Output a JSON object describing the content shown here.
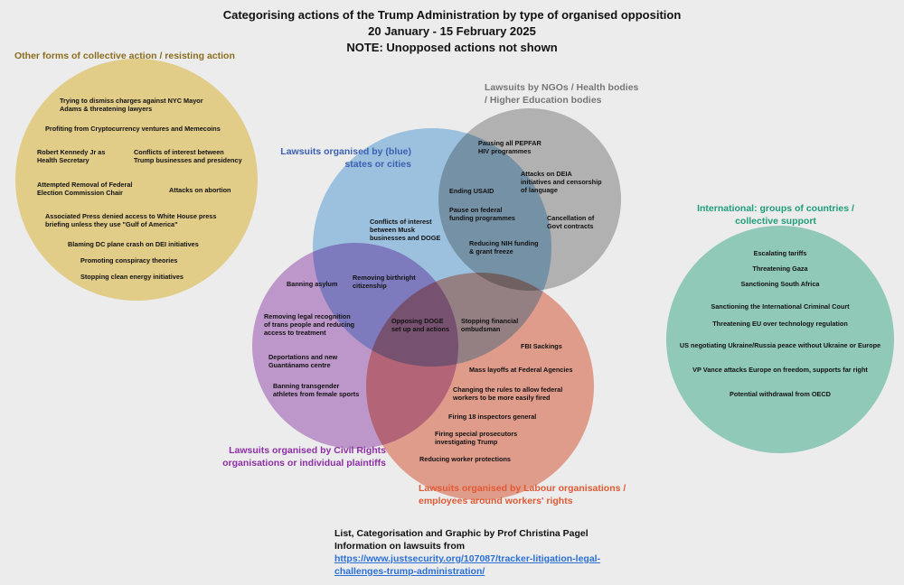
{
  "title": {
    "line1": "Categorising actions of the Trump Administration by type of organised opposition",
    "line2": "20 January - 15 February 2025",
    "line3": "NOTE: Unopposed actions not shown"
  },
  "colors": {
    "background": "#ececec",
    "collective": "#f3dd93",
    "ngo": "#bfbfbf",
    "states": "#a9d1f0",
    "civil_rights": "#cca3db",
    "labour": "#f2a996",
    "international": "#9ddac8",
    "collective_label": "#8a6d1e",
    "ngo_label": "#777777",
    "states_label": "#3b5fb3",
    "civil_rights_label": "#8e2ea6",
    "labour_label": "#e05a34",
    "international_label": "#1e9e78",
    "link": "#2a6fd6"
  },
  "groups": {
    "collective": {
      "label": "Other forms of collective action / resisting action",
      "items": [
        "Trying to dismiss charges against NYC Mayor\nAdams & threatening lawyers",
        "Profiting from Cryptocurrency ventures and Memecoins",
        "Robert Kennedy Jr as\nHealth Secretary",
        "Conflicts of interest between\nTrump businesses and presidency",
        "Attempted Removal of Federal\nElection Commission Chair",
        "Attacks on abortion",
        "Associated Press denied access to White House press\nbriefing unless they use \"Gulf of America\"",
        "Blaming DC plane crash on DEI initiatives",
        "Promoting conspiracy theories",
        "Stopping clean energy initiatives"
      ]
    },
    "ngo": {
      "label": "Lawsuits by NGOs / Health bodies\n/ Higher Education bodies",
      "items": [
        "Pausing all PEPFAR\nHIV programmes",
        "Attacks on DEIA\ninitiatives and censorship\nof language",
        "Cancellation of\nGovt contracts"
      ]
    },
    "states": {
      "label": "Lawsuits organised by (blue)\nstates or cities",
      "items": [
        "Conflicts of interest\nbetween Musk\nbusinesses and DOGE"
      ]
    },
    "states_ngo": {
      "items": [
        "Ending USAID",
        "Pause on federal\nfunding programmes",
        "Reducing NIH funding\n& grant freeze"
      ]
    },
    "states_civil": {
      "items": [
        "Removing birthright\ncitizenship"
      ]
    },
    "states_labour": {
      "items": [
        "Stopping financial\nombudsman"
      ]
    },
    "triple": {
      "items": [
        "Opposing DOGE\nset up and actions"
      ]
    },
    "civil_rights": {
      "label": "Lawsuits organised by Civil Rights\norganisations or individual plaintiffs",
      "items": [
        "Banning asylum",
        "Removing legal recognition\nof trans people and reducing\naccess to treatment",
        "Deportations and new\nGuantánamo centre",
        "Banning transgender\nathletes from female sports"
      ]
    },
    "labour": {
      "label": "Lawsuits organised by Labour organisations /\nemployees around workers' rights",
      "items": [
        "FBI Sackings",
        "Mass layoffs at Federal Agencies",
        "Changing the rules to allow federal\nworkers to be more easily fired",
        "Firing 18 inspectors general",
        "Firing special prosecutors\ninvestigating Trump",
        "Reducing worker protections"
      ]
    },
    "international": {
      "label": "International: groups of countries /\ncollective support",
      "items": [
        "Escalating tariffs",
        "Threatening Gaza",
        "Sanctioning South Africa",
        "Sanctioning the International Criminal Court",
        "Threatening EU over technology regulation",
        "US negotiating Ukraine/Russia peace without Ukraine or Europe",
        "VP Vance attacks Europe on freedom, supports far right",
        "Potential withdrawal from OECD"
      ]
    }
  },
  "credit": {
    "line1": "List, Categorisation and Graphic by Prof Christina Pagel",
    "line2": "Information on lawsuits from",
    "link": "https://www.justsecurity.org/107087/tracker-litigation-legal-\nchallenges-trump-administration/"
  }
}
